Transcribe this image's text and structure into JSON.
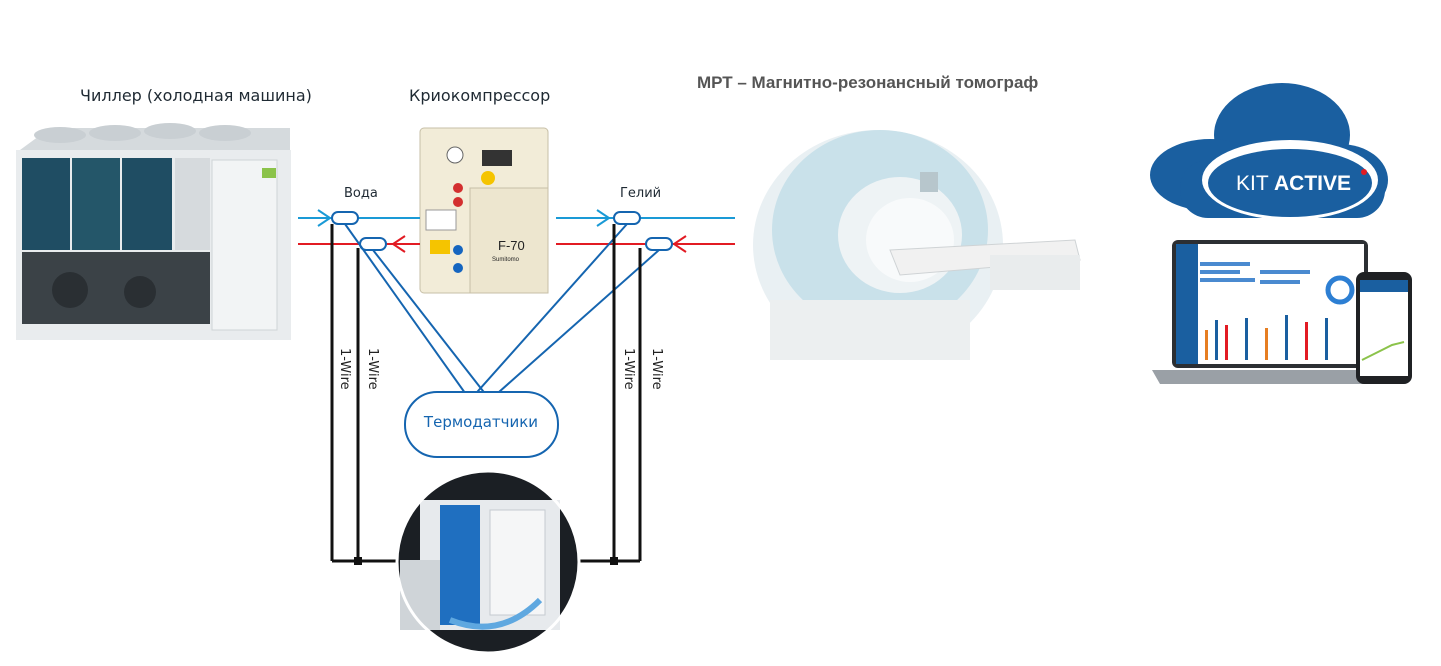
{
  "labels": {
    "chiller": "Чиллер (холодная машина)",
    "cryo": "Криокомпрессор",
    "mri": "МРТ – Магнитно-резонансный томограф",
    "water": "Вода",
    "helium": "Гелий",
    "sensors": "Термодатчики",
    "wire": "1-Wire",
    "compressor_model": "F-70",
    "compressor_brand": "Sumitomo",
    "brand_kit": "KIT",
    "brand_active": "ACTIVE"
  },
  "colors": {
    "blue_line": "#1a9ad6",
    "red_line": "#e21b23",
    "sensor_line": "#1565b0",
    "cloud": "#1a5fa0",
    "wire": "#111111"
  }
}
